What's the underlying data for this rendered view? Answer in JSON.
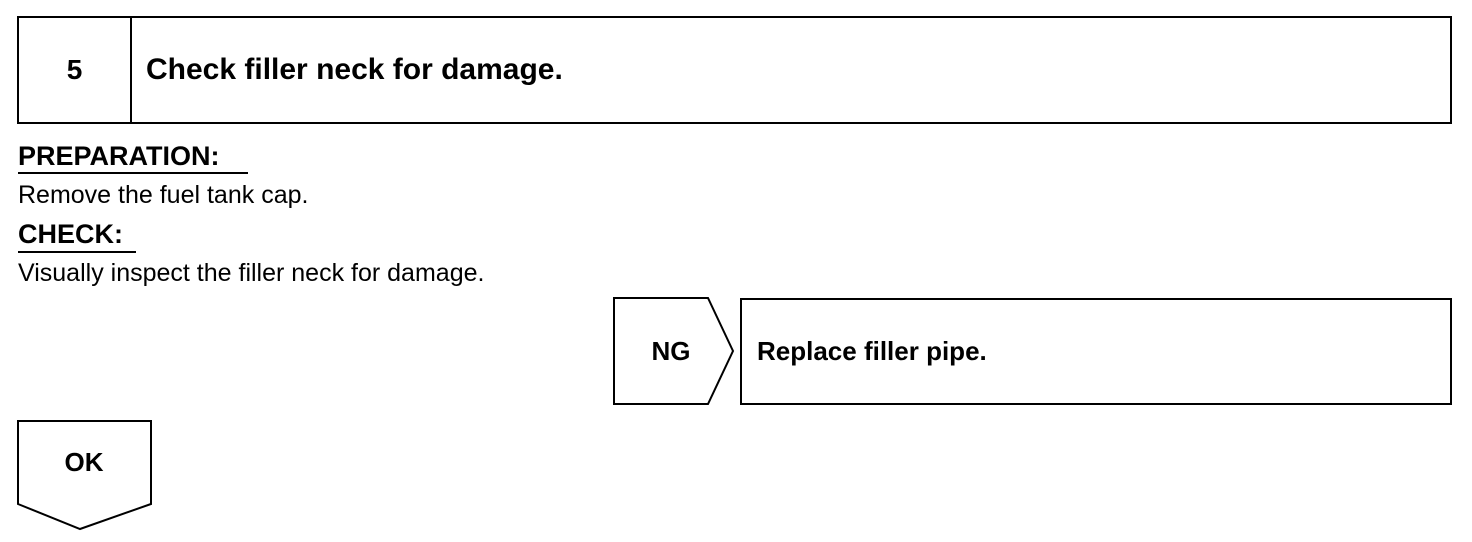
{
  "step": {
    "number": "5",
    "title": "Check filler neck for damage."
  },
  "preparation": {
    "heading": "PREPARATION:",
    "text": "Remove the fuel tank cap."
  },
  "check": {
    "heading": "CHECK:",
    "text": "Visually inspect the filler neck for damage."
  },
  "ng": {
    "label": "NG",
    "action": "Replace filler pipe."
  },
  "ok": {
    "label": "OK"
  },
  "colors": {
    "ink": "#000000",
    "paper": "#ffffff"
  }
}
